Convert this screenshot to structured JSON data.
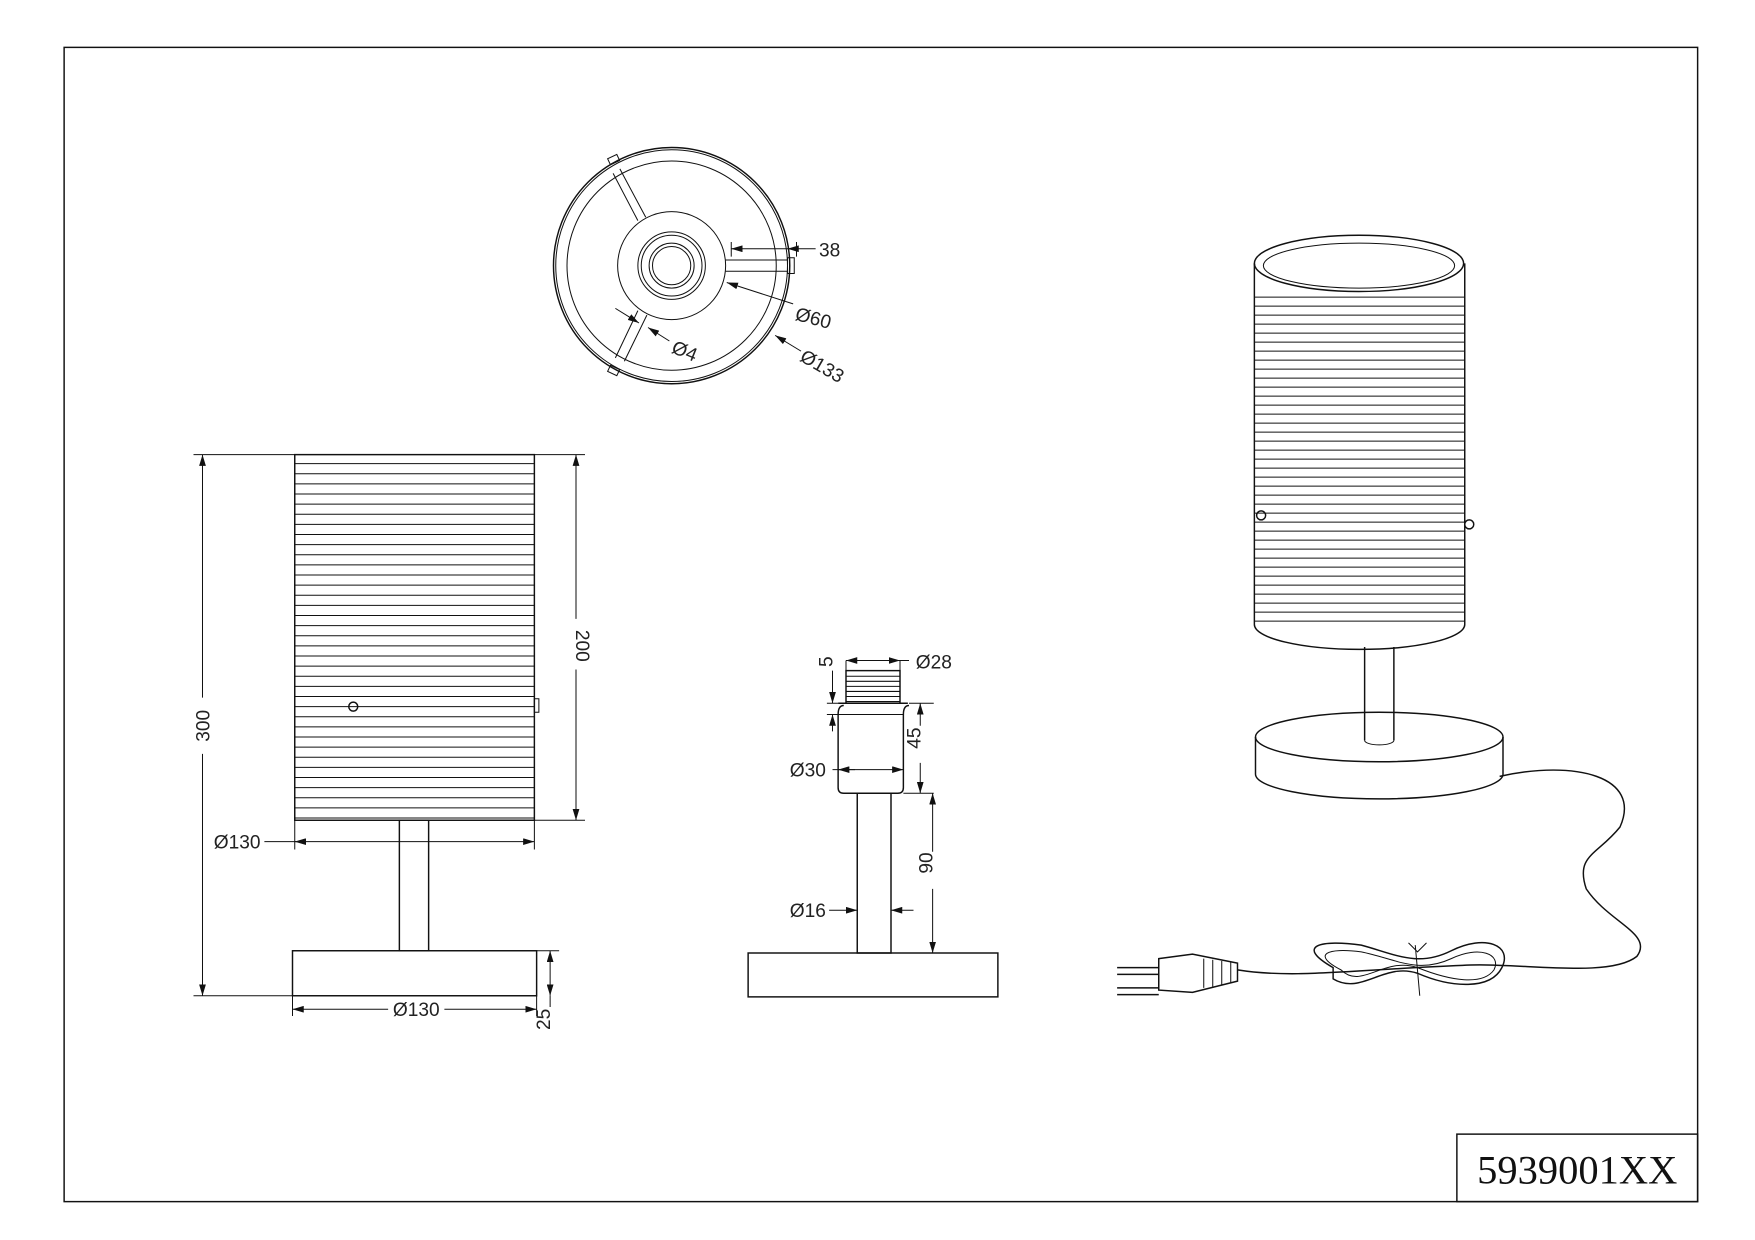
{
  "title_block": {
    "part_number": "5939001XX"
  },
  "top_view": {
    "dims": {
      "d38": "38",
      "d60": "Ø60",
      "d4": "Ø4",
      "d133": "Ø133"
    }
  },
  "side_view": {
    "dims": {
      "h300": "300",
      "h200": "200",
      "shade_d": "Ø130",
      "base_d": "Ø130",
      "base_h": "25"
    }
  },
  "stem_view": {
    "dims": {
      "d28": "Ø28",
      "h5": "5",
      "h45": "45",
      "d30": "Ø30",
      "h90": "90",
      "d16": "Ø16"
    }
  }
}
